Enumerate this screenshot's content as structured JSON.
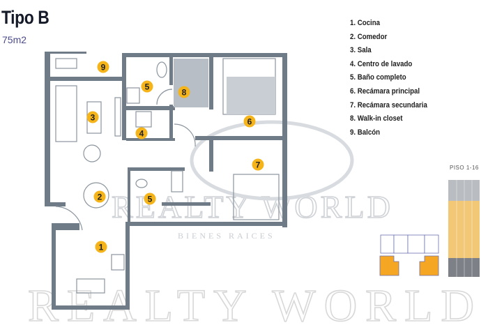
{
  "header": {
    "title": "Tipo B",
    "area": "75m2"
  },
  "legend": [
    "1. Cocina",
    "2. Comedor",
    "3. Sala",
    "4. Centro de lavado",
    "5. Baño completo",
    "6. Recámara principal",
    "7. Recámara secundaria",
    "8. Walk-in closet",
    "9. Balcón"
  ],
  "markers": [
    "9",
    "5",
    "8",
    "3",
    "4",
    "6",
    "7",
    "2",
    "5",
    "1"
  ],
  "location": {
    "floors_label": "PISO 1-16"
  },
  "watermark": {
    "brand": "REALTY WORLD",
    "sub": "BIENES RAICES"
  },
  "colors": {
    "wall": "#6f7b87",
    "marker": "#f4b41a",
    "highlight": "#f5a623",
    "tower_band": "#f2c776"
  }
}
